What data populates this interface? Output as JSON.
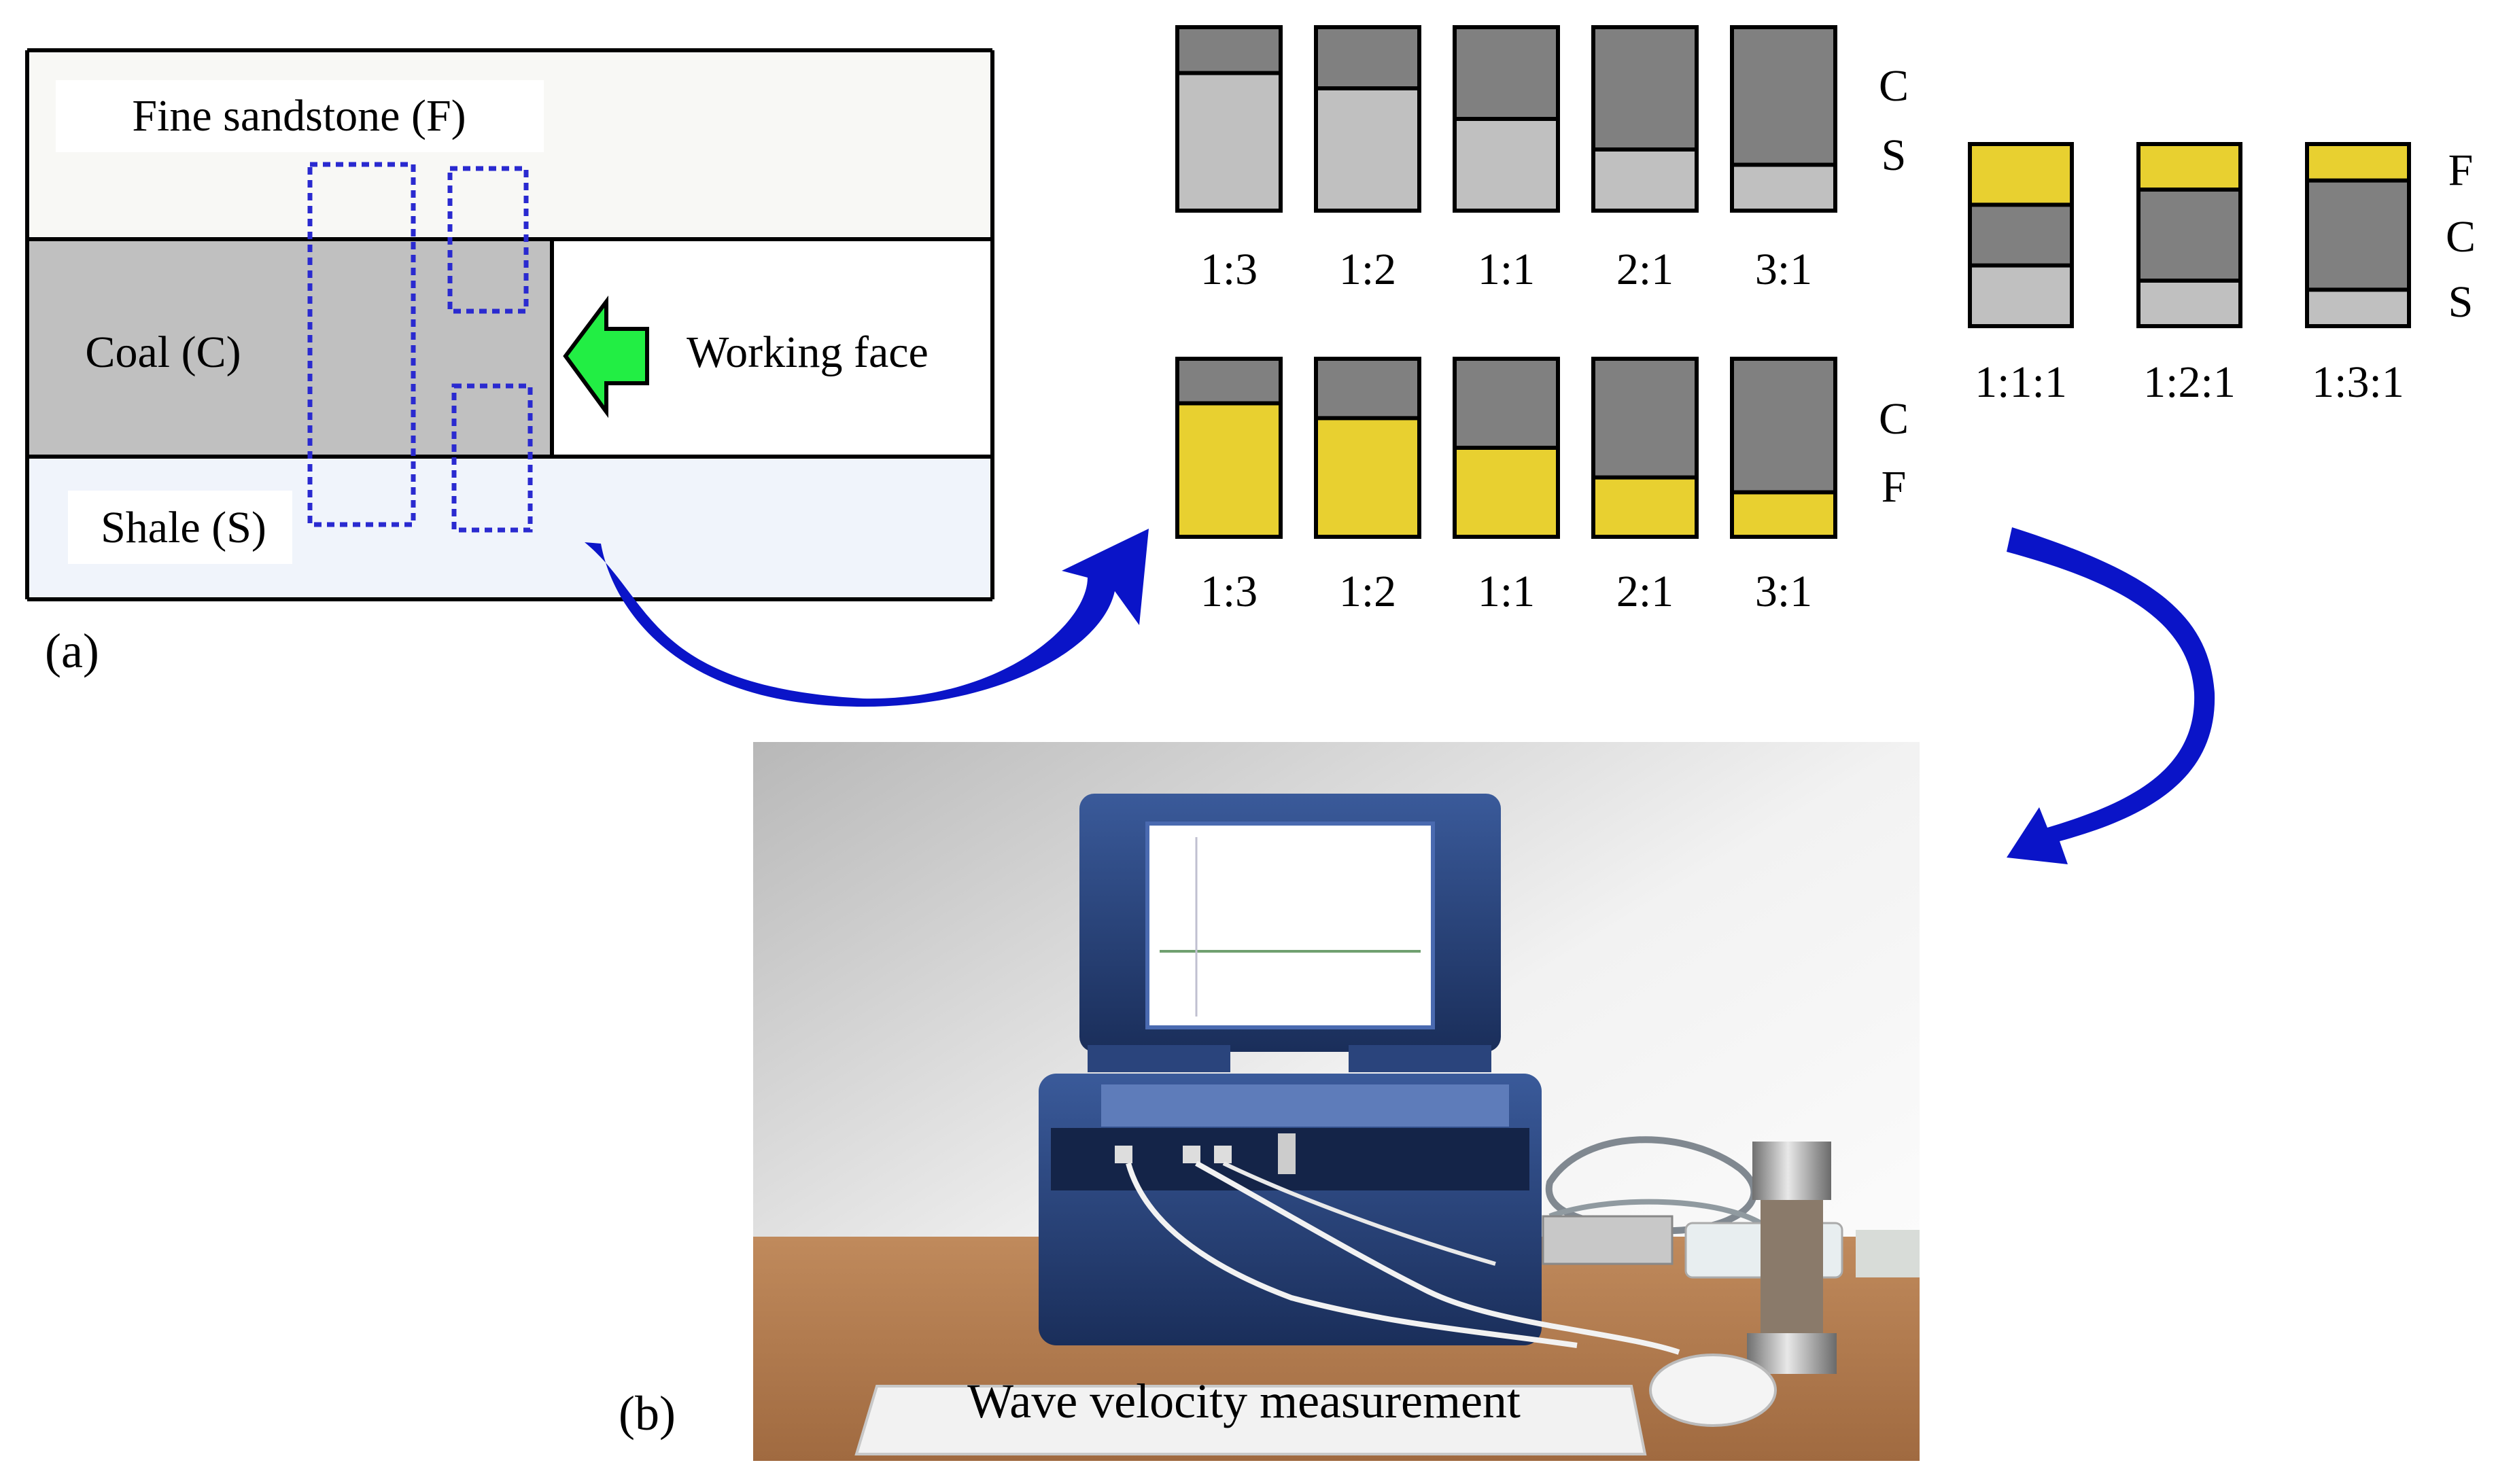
{
  "panel_a": {
    "layers": {
      "fine_sandstone": "Fine sandstone (F)",
      "coal": "Coal (C)",
      "shale": "Shale (S)"
    },
    "working_face": "Working face",
    "caption": "(a)"
  },
  "specimens": {
    "cs": {
      "letters": [
        "C",
        "S"
      ],
      "ratios": [
        "1:3",
        "1:2",
        "1:1",
        "2:1",
        "3:1"
      ],
      "coal_fraction": [
        0.25,
        0.3333,
        0.5,
        0.6667,
        0.75
      ]
    },
    "cf": {
      "letters": [
        "C",
        "F"
      ],
      "ratios": [
        "1:3",
        "1:2",
        "1:1",
        "2:1",
        "3:1"
      ],
      "coal_fraction": [
        0.25,
        0.3333,
        0.5,
        0.6667,
        0.75
      ]
    },
    "fcs": {
      "letters": [
        "F",
        "C",
        "S"
      ],
      "ratios": [
        "1:1:1",
        "1:2:1",
        "1:3:1"
      ],
      "fractions": [
        [
          0.3333,
          0.3333,
          0.3333
        ],
        [
          0.25,
          0.5,
          0.25
        ],
        [
          0.2,
          0.6,
          0.2
        ]
      ]
    }
  },
  "panel_b": {
    "caption": "(b)",
    "photo_label": "Wave velocity measurement"
  },
  "colors": {
    "coal": "#808080",
    "shale": "#c0c0c0",
    "sandstone": "#e8d030",
    "arrow_blue": "#0a14c8",
    "arrow_green": "#22ee44",
    "sample_outline": "#2a2ad0"
  }
}
